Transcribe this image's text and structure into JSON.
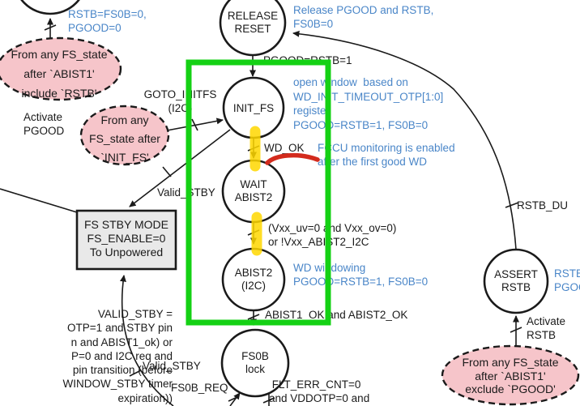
{
  "colors": {
    "note_blue": "#4a86c8",
    "callout_pink": "#f6c5ca",
    "stby_box_gray": "#e9e9e9",
    "highlight_green": "#14d114",
    "highlight_yellow": "#ffd800",
    "annotation_red": "#d32b1d",
    "line_black": "#1a1a1a"
  },
  "states": {
    "release_reset": "RELEASE\nRESET",
    "init_fs": "INIT_FS",
    "wait_abist2": "WAIT\nABIST2",
    "abist2": "ABIST2\n(I2C)",
    "fs0b_lock": "FS0B\nlock",
    "assert_rstb": "ASSERT\nRSTB"
  },
  "stby_box": "FS STBY MODE\nFS_ENABLE=0\nTo Unpowered",
  "callouts": {
    "abist1_include_rstb": "From any FS_state\nafter `ABIST1'\ninclude `RSTB'",
    "after_init_fs": "From any\nFS_state after\n`INIT_FS'",
    "abist1_exclude_pgood": "From any FS_state\nafter `ABIST1'\nexclude `PGOOD'"
  },
  "blue_notes": {
    "rstb_fs0b_pgood": "RSTB=FS0B=0,\nPGOOD=0",
    "release_outputs": "Release PGOOD and RSTB,\nFS0B=0",
    "open_window": "open window  based on\nWD_INIT_TIMEOUT_OTP[1:0]\nregister\nPGOOD=RSTB=1, FS0B=0",
    "fccu": "FCCU monitoring is enabled\nafter the first good WD",
    "wd_windowing": "WD windowing\nPGOOD=RSTB=1, FS0B=0",
    "assert_outputs": "RSTB\nPGOO"
  },
  "labels": {
    "activate_pgood": "Activate\nPGOOD",
    "goto_initfs": "GOTO_INITFS\n(I2C)",
    "pgood_rstb_1": "PGOOD=RSTB=1",
    "wd_ok": "WD_OK",
    "valid_stby_mid": "Valid_STBY",
    "vxx_condition": "(Vxx_uv=0 and Vxx_ov=0)\nor !Vxx_ABIST2_I2C",
    "abist_ok": "ABIST1_OK and ABIST2_OK",
    "valid_stby_bottom": "Valid_STBY",
    "fs0b_req": "FS0B_REQ",
    "flt_err": " FLT_ERR_CNT=0\nand VDDOTP=0 and",
    "valid_stby_definition": "VALID_STBY =\nOTP=1 and STBY pin\nn and ABIST1_ok) or\nP=0 and I2C req and\npin transition (before\nWINDOW_STBY timer\nexpiration))",
    "rstb_duration": "RSTB_DU",
    "activate_rstb": "Activate\nRSTB"
  }
}
